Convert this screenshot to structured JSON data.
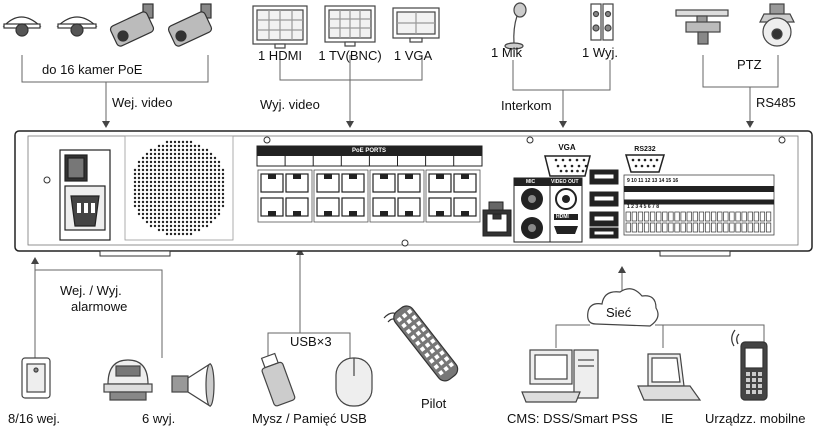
{
  "top": {
    "cameras_label": "do 16 kamer PoE",
    "video_in_label": "Wej. video",
    "monitors": [
      "1 HDMI",
      "1 TV(BNC)",
      "1 VGA"
    ],
    "video_out_label": "Wyj. video",
    "mic_label": "1 Mik",
    "speaker_label": "1 Wyj.",
    "intercom_label": "Interkom",
    "ptz_label": "PTZ",
    "rs485_label": "RS485"
  },
  "panel": {
    "poe_ports_label": "PoE PORTS",
    "vga_label": "VGA",
    "rs232_label": "RS232",
    "mic_label": "MIC",
    "video_out_label": "VIDEO OUT",
    "hdmi_label": "HDMI",
    "terminal_top_numbers": "9 10 11 12 13 14 15 16",
    "terminal_bottom_numbers": "1 2 3 4 5 6 7 8"
  },
  "bottom": {
    "alarm_label_line1": "Wej. / Wyj.",
    "alarm_label_line2": "alarmowe",
    "alarm_in_label": "8/16 wej.",
    "alarm_out_label": "6 wyj.",
    "usb_label": "USB×3",
    "usb_devices_label": "Mysz / Pamięć USB",
    "remote_label": "Pilot",
    "network_label": "Sieć",
    "cms_label": "CMS: DSS/Smart PSS",
    "ie_label": "IE",
    "mobile_label": "Urządzz. mobilne"
  }
}
